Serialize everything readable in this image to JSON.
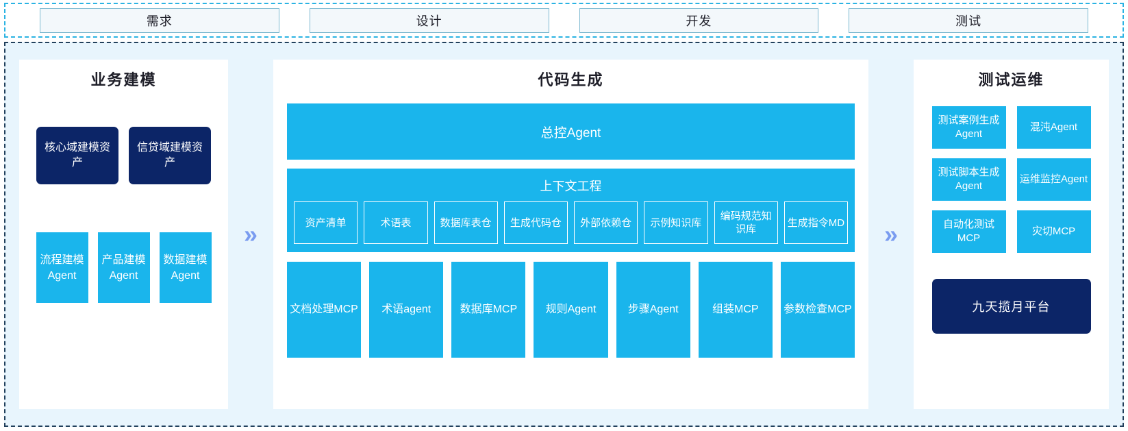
{
  "stages": [
    {
      "label": "需求"
    },
    {
      "label": "设计"
    },
    {
      "label": "开发"
    },
    {
      "label": "测试"
    }
  ],
  "arrows": {
    "glyph": "»"
  },
  "colors": {
    "cyan": "#1ab5ec",
    "navy": "#0c2567",
    "panel_bg": "#e8f5fd",
    "arrow": "#7a9cf0",
    "stage_border": "#7bb8cf"
  },
  "left_column": {
    "title": "业务建模",
    "assets": [
      {
        "label": "核心域建模资产"
      },
      {
        "label": "信贷域建模资产"
      }
    ],
    "agents": [
      {
        "label": "流程建模Agent"
      },
      {
        "label": "产品建模Agent"
      },
      {
        "label": "数据建模Agent"
      }
    ]
  },
  "center_column": {
    "title": "代码生成",
    "master_agent": "总控Agent",
    "context": {
      "title": "上下文工程",
      "items": [
        {
          "label": "资产清单"
        },
        {
          "label": "术语表"
        },
        {
          "label": "数据库表仓"
        },
        {
          "label": "生成代码仓"
        },
        {
          "label": "外部依赖仓"
        },
        {
          "label": "示例知识库"
        },
        {
          "label": "编码规范知识库"
        },
        {
          "label": "生成指令MD"
        }
      ]
    },
    "tools": [
      {
        "label": "文档处理MCP"
      },
      {
        "label": "术语agent"
      },
      {
        "label": "数据库MCP"
      },
      {
        "label": "规则Agent"
      },
      {
        "label": "步骤Agent"
      },
      {
        "label": "组装MCP"
      },
      {
        "label": "参数检查MCP"
      }
    ]
  },
  "right_column": {
    "title": "测试运维",
    "items": [
      {
        "label": "测试案例生成Agent"
      },
      {
        "label": "混沌Agent"
      },
      {
        "label": "测试脚本生成Agent"
      },
      {
        "label": "运维监控Agent"
      },
      {
        "label": "自动化测试MCP"
      },
      {
        "label": "灾切MCP"
      }
    ],
    "platform": "九天揽月平台"
  }
}
